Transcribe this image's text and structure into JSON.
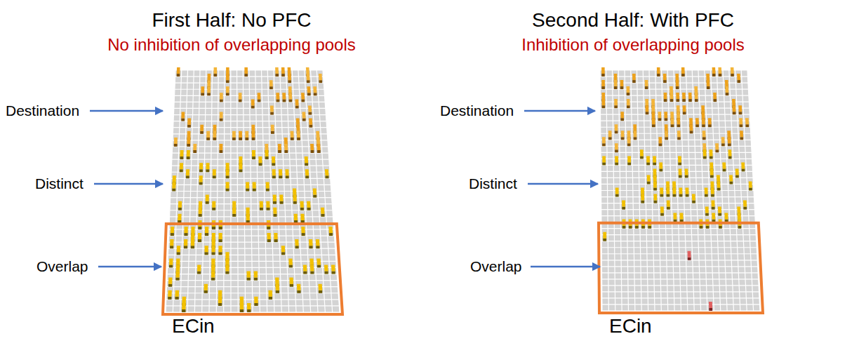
{
  "diagram": {
    "labels": [
      "First Half: No PFC",
      "No inhibition of overlapping pools",
      "Destination",
      "Distinct",
      "Overlap",
      "ECin",
      "Second Half: With PFC",
      "Inhibition of overlapping pools",
      "Destination",
      "Distinct",
      "Overlap",
      "ECin"
    ]
  }
}
